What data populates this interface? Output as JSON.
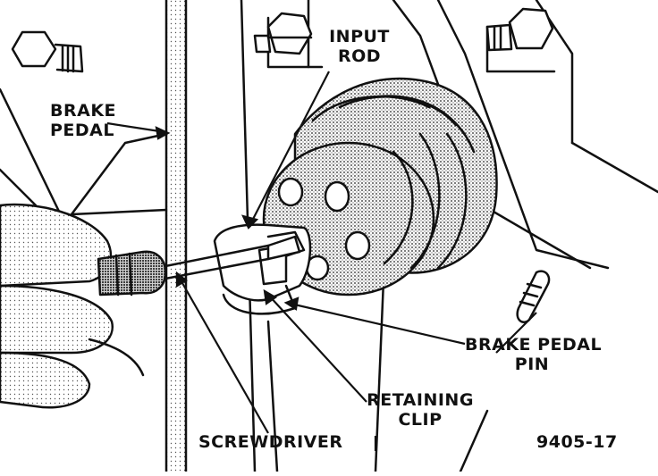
{
  "labels": {
    "input_rod_line1": "INPUT",
    "input_rod_line2": "ROD",
    "brake_pedal_line1": "BRAKE",
    "brake_pedal_line2": "PEDAL",
    "brake_pedal_pin_line1": "BRAKE PEDAL",
    "brake_pedal_pin_line2": "PIN",
    "retaining_clip_line1": "RETAINING",
    "retaining_clip_line2": "CLIP",
    "screwdriver": "SCREWDRIVER",
    "figure_number": "9405-17"
  },
  "colors": {
    "ink": "#111111",
    "stipple": "#9a9a9a",
    "paper": "#ffffff"
  }
}
